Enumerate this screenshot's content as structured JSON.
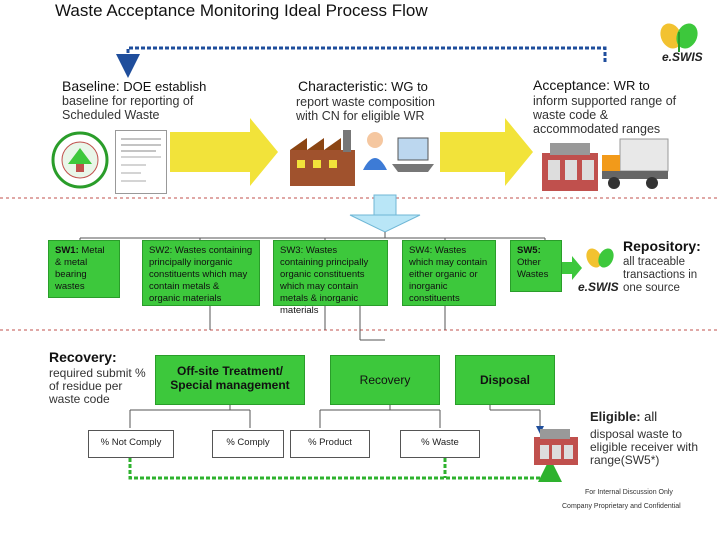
{
  "title": "Waste Acceptance Monitoring Ideal Process Flow",
  "logo_text": "e.SWIS",
  "stages": {
    "baseline": {
      "heading": "Baseline:",
      "rest": " DOE establish",
      "body": "baseline for reporting of Scheduled Waste"
    },
    "characteristic": {
      "heading": "Characteristic:",
      "rest": " WG to",
      "body": "report waste composition with CN for eligible WR"
    },
    "acceptance": {
      "heading": "Acceptance:",
      "rest": " WR to",
      "body": "inform supported range of waste code & accommodated ranges"
    }
  },
  "waste_boxes": {
    "sw1": {
      "code": "SW1:",
      "text": " Metal & metal bearing wastes"
    },
    "sw2": {
      "text": "SW2: Wastes containing principally inorganic constituents which may contain metals & organic materials"
    },
    "sw3": {
      "text": "SW3: Wastes containing principally organic constituents which may contain metals & inorganic materials"
    },
    "sw4": {
      "text": "SW4: Wastes which may contain either organic or inorganic constituents"
    },
    "sw5": {
      "code": "SW5:",
      "text": " Other Wastes"
    }
  },
  "repository": {
    "heading": "Repository:",
    "body": "all traceable transactions in one source",
    "logo_text": "e.SWIS"
  },
  "recovery_side": {
    "heading": "Recovery:",
    "body": "required submit % of residue per waste code"
  },
  "treatment": {
    "offsite": "Off-site Treatment/ Special management",
    "recovery": "Recovery",
    "disposal": "Disposal"
  },
  "results": {
    "not_comply": "% Not Comply",
    "comply": "% Comply",
    "product": "% Product",
    "waste": "% Waste"
  },
  "eligible": {
    "heading": "Eligible:",
    "rest": " all",
    "body": "disposal waste to eligible receiver with range(SW5*)"
  },
  "footer": {
    "line1": "For Internal Discussion Only",
    "line2": "Company Proprietary and Confidential"
  },
  "colors": {
    "green_box": "#3dc83c",
    "arrow_yellow": "#f2e33a",
    "funnel_blue": "#b9e6f7",
    "dashed_blue": "#1f4e9c",
    "dashed_green": "#2eb22e",
    "divider_red": "#c0504d"
  },
  "icons": [
    "doe-seal-icon",
    "document-report-icon",
    "factory-icon",
    "person-headset-icon",
    "laptop-icon",
    "recycling-plant-icon",
    "truck-icon",
    "small-plant-icon",
    "eswis-leaf-logo-icon"
  ]
}
